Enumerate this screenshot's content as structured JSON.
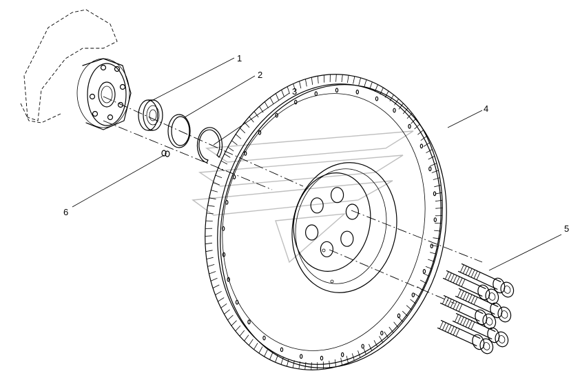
{
  "callouts": [
    {
      "id": "1",
      "text": "1"
    },
    {
      "id": "2",
      "text": "2"
    },
    {
      "id": "3",
      "text": "3"
    },
    {
      "id": "4",
      "text": "4"
    },
    {
      "id": "5",
      "text": "5"
    },
    {
      "id": "6",
      "text": "6"
    }
  ],
  "flywheel": {
    "ring_teeth": 120,
    "rim_holes": 32,
    "bolt_holes": 6
  },
  "bolts": {
    "count": 6
  },
  "colors": {
    "line": "#000000",
    "watermark": "#bfbfbf",
    "background": "#ffffff"
  }
}
